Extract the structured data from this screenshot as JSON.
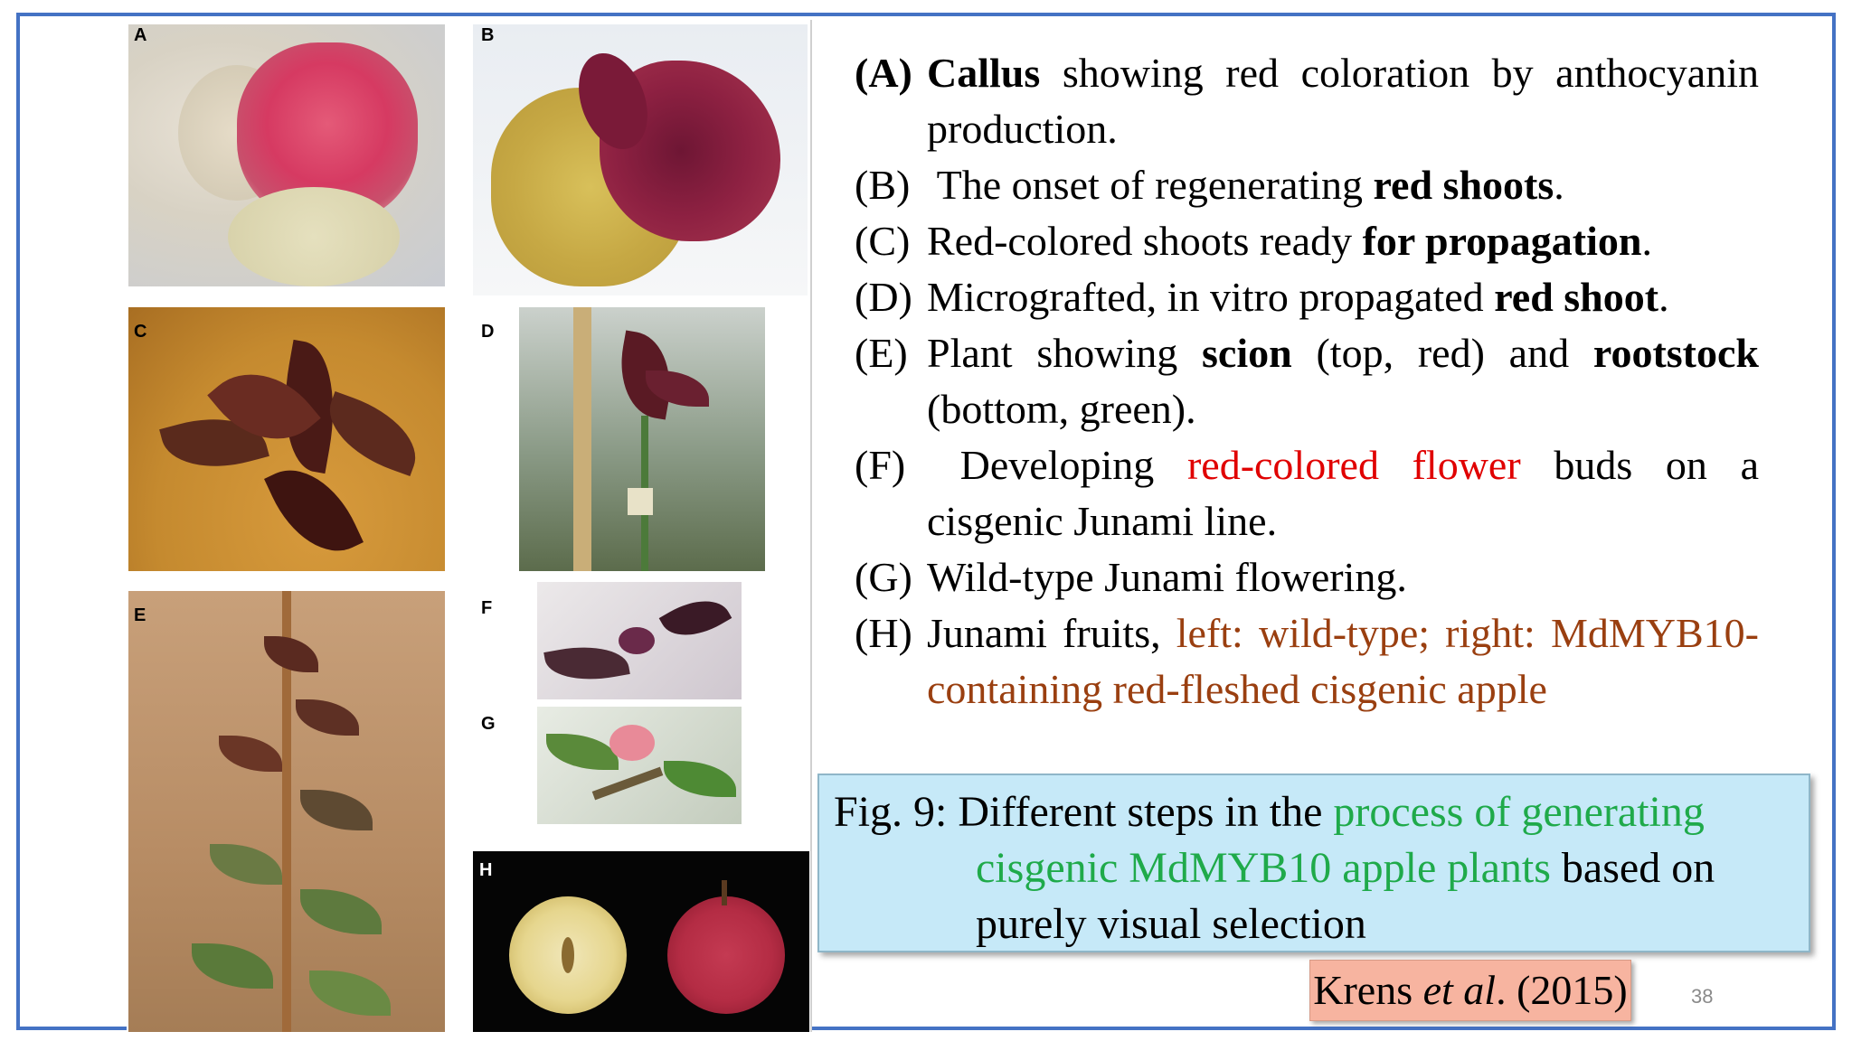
{
  "figure": {
    "panels": [
      "A",
      "B",
      "C",
      "D",
      "E",
      "F",
      "G",
      "H"
    ]
  },
  "items": [
    {
      "label": "(A)",
      "parts": [
        {
          "t": "Callus",
          "b": true
        },
        {
          "t": " showing red coloration by anthocyanin production."
        }
      ]
    },
    {
      "label": "(B)",
      "parts": [
        {
          "t": " The onset of regenerating "
        },
        {
          "t": "red shoots",
          "b": true
        },
        {
          "t": "."
        }
      ]
    },
    {
      "label": "(C)",
      "parts": [
        {
          "t": "Red-colored shoots ready "
        },
        {
          "t": "for propagation",
          "b": true
        },
        {
          "t": "."
        }
      ]
    },
    {
      "label": "(D)",
      "parts": [
        {
          "t": "Micrografted, in vitro propagated "
        },
        {
          "t": "red shoot",
          "b": true
        },
        {
          "t": "."
        }
      ]
    },
    {
      "label": "(E)",
      "parts": [
        {
          "t": "Plant showing "
        },
        {
          "t": "scion",
          "b": true
        },
        {
          "t": " (top, red) and "
        },
        {
          "t": "rootstock",
          "b": true
        },
        {
          "t": " (bottom, green)."
        }
      ]
    },
    {
      "label": "(F)",
      "parts": [
        {
          "t": " Developing "
        },
        {
          "t": "red-colored flower",
          "c": "red"
        },
        {
          "t": " buds on a cisgenic Junami line."
        }
      ]
    },
    {
      "label": "(G)",
      "parts": [
        {
          "t": "Wild-type Junami flowering."
        }
      ]
    },
    {
      "label": "(H)",
      "parts": [
        {
          "t": "Junami fruits, "
        },
        {
          "t": "left: wild-type; right: MdMYB10-containing red-fleshed cisgenic apple",
          "c": "brown"
        }
      ]
    }
  ],
  "caption": {
    "prefix": "Fig. 9: Different steps in the ",
    "highlight": "process of generating cisgenic MdMYB10 apple plants",
    "suffix": " based on purely visual selection",
    "line1_a": "Fig. 9: Different steps in the ",
    "line1_b": "process of generating",
    "line2_a": "cisgenic MdMYB10 apple plants",
    "line2_b": " based on",
    "line3": "purely visual selection"
  },
  "citation": {
    "author": "Krens ",
    "etal": "et al",
    "year": ". (2015)"
  },
  "page_number": "38",
  "colors": {
    "frame": "#4472c4",
    "red_text": "#e00000",
    "brown_text": "#9a3f10",
    "green_text": "#1faa4a",
    "caption_bg": "#c6e9f8",
    "citation_bg": "#f7b4a0"
  }
}
